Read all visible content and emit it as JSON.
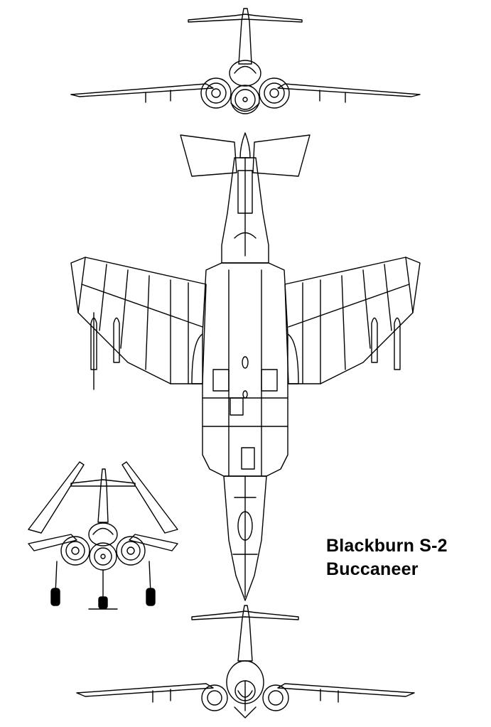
{
  "caption": {
    "line1": "Blackburn S-2",
    "line2": "Buccaneer"
  },
  "colors": {
    "ink": "#000000",
    "paper": "#ffffff"
  },
  "views": [
    "front-view-top",
    "plan-view",
    "front-view-gear-down",
    "rear-view"
  ]
}
